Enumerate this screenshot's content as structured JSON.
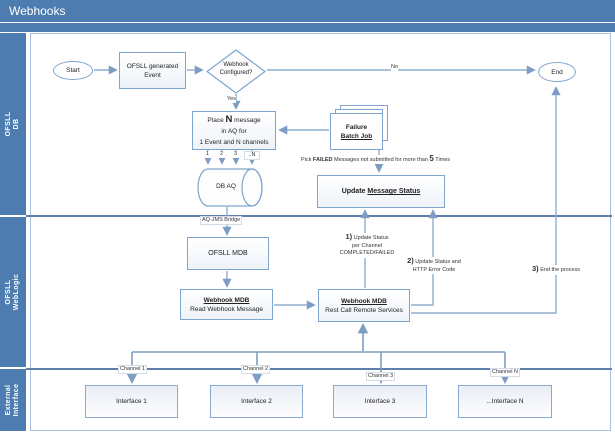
{
  "title": "Webhooks",
  "colors": {
    "header_blue": "#4d7cb0",
    "connector_blue": "#8fadd0",
    "connector_dark": "#7d9dc2",
    "box_border": "#7fa5ce",
    "lane_boundary": "#5d7fa9"
  },
  "lanes": [
    {
      "label": "OFSLL DB"
    },
    {
      "label": "OFSLL WebLogic"
    },
    {
      "label": "External\nInterface"
    }
  ],
  "nodes": {
    "start": {
      "label": "Start"
    },
    "event": {
      "line1": "OFSLL generated",
      "line2": "Event"
    },
    "decision": {
      "line1": "Webhook",
      "line2": "Configured?"
    },
    "place": {
      "p1": "Place ",
      "n1": "N",
      "p2": " message",
      "line2": "in AQ for",
      "line3": "1 Event and N channels"
    },
    "db_aq": {
      "label": "DB AQ"
    },
    "failure": {
      "line1": "Failure",
      "line2": "Batch Job"
    },
    "update_status": {
      "p1": "Update ",
      "p2": "Message Status"
    },
    "ofsll_mdb": {
      "label": "OFSLL MDB"
    },
    "read_mdb": {
      "line1": "Webhook MDB",
      "line2": "Read Webhook Message"
    },
    "rest_mdb": {
      "line1": "Webhook MDB",
      "line2": "Rest Call Remote Services"
    },
    "end": {
      "label": "End"
    },
    "interfaces": [
      {
        "label": "Interface 1",
        "channel": "Channel 1"
      },
      {
        "label": "Interface 2",
        "channel": "Channel 2"
      },
      {
        "label": "Interface 3",
        "channel": "Channel 3"
      },
      {
        "label": "...Interface N",
        "channel": "Channel N"
      }
    ]
  },
  "labels": {
    "yes": "Yes",
    "no": "No",
    "aq_jms_bridge": "AQ-JMS Bridge",
    "queue_numbers": [
      "1",
      "2",
      "3",
      "..N"
    ],
    "pick_failed": {
      "p1": "Pick ",
      "p2": "FAILED",
      "p3": " Messages not submitted for more than ",
      "p4": "5",
      "p5": " Times"
    },
    "note1": {
      "num": "1)",
      "l1": " Update Status",
      "l2": "per Channel",
      "l3": "COMPLETED/FAILED"
    },
    "note2": {
      "num": "2)",
      "l1": " Update Status and",
      "l2": "HTTP Error Code"
    },
    "note3": {
      "num": "3)",
      "text": " End the process"
    }
  }
}
